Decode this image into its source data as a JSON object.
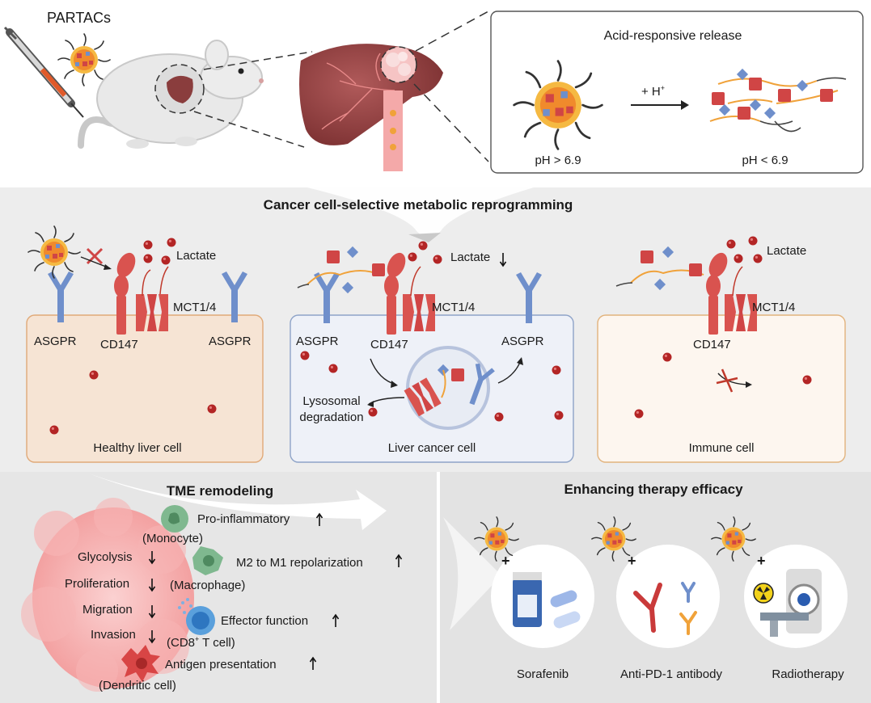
{
  "top": {
    "partacs_label": "PARTACs",
    "release_title": "Acid-responsive release",
    "h_label": "+ H",
    "h_sup": "+",
    "ph_high": "pH > 6.9",
    "ph_low": "pH < 6.9"
  },
  "middle": {
    "title": "Cancer cell-selective metabolic reprogramming",
    "healthy": {
      "lactate": "Lactate",
      "mct": "MCT1/4",
      "asgpr_left": "ASGPR",
      "cd147": "CD147",
      "asgpr_right": "ASGPR",
      "cell_label": "Healthy liver cell"
    },
    "cancer": {
      "lactate": "Lactate",
      "mct": "MCT1/4",
      "asgpr_left": "ASGPR",
      "cd147": "CD147",
      "asgpr_right": "ASGPR",
      "lysosomal_1": "Lysosomal",
      "lysosomal_2": "degradation",
      "cell_label": "Liver cancer cell"
    },
    "immune": {
      "lactate": "Lactate",
      "mct": "MCT1/4",
      "cd147": "CD147",
      "cell_label": "Immune cell"
    }
  },
  "tme": {
    "title": "TME remodeling",
    "tumor_items": [
      "Glycolysis",
      "Proliferation",
      "Migration",
      "Invasion"
    ],
    "immune_effects": [
      {
        "effect": "Pro-inflammatory",
        "cell": "(Monocyte)"
      },
      {
        "effect": "M2 to M1 repolarization",
        "cell": "(Macrophage)"
      },
      {
        "effect": "Effector function",
        "cell_pre": "(CD8",
        "cell_sup": "+",
        "cell_post": " T cell)"
      },
      {
        "effect": "Antigen presentation",
        "cell": "(Dendritic cell)"
      }
    ]
  },
  "therapy": {
    "title": "Enhancing therapy efficacy",
    "plus": "+",
    "items": [
      "Sorafenib",
      "Anti-PD-1 antibody",
      "Radiotherapy"
    ]
  },
  "colors": {
    "red": "#d04545",
    "blue": "#6f8fcb",
    "orange": "#f0a23a",
    "healthy_cell": "#f6e4d4",
    "cancer_cell": "#eef1f8",
    "immune_cell": "#fdf6ef",
    "panel_gray": "#ededed"
  }
}
